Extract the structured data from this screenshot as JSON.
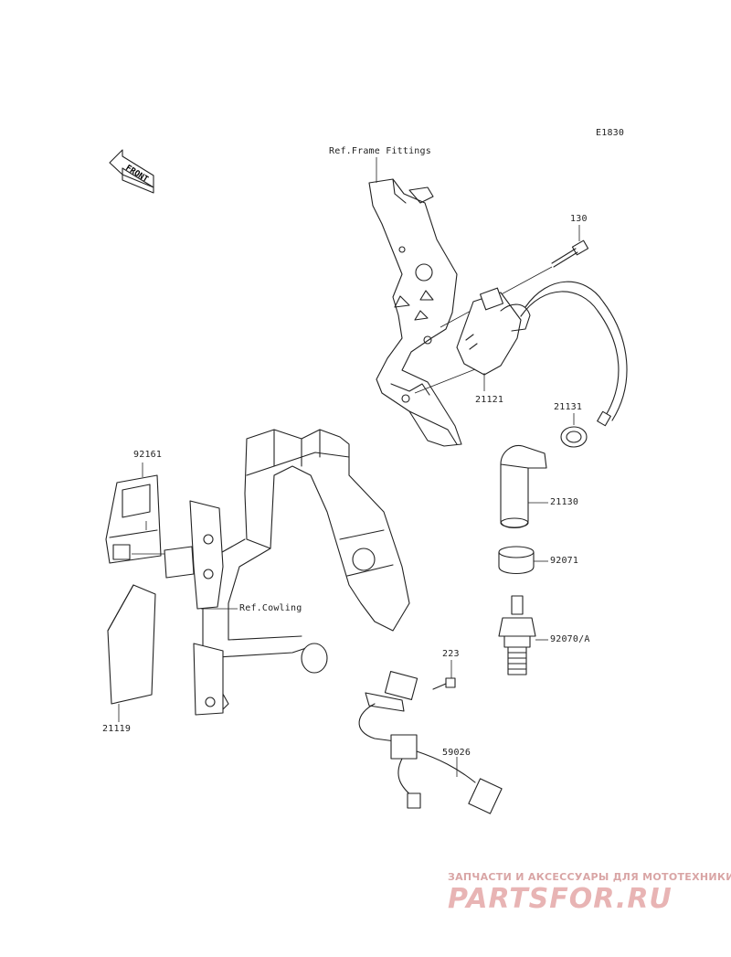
{
  "diagram_code": "E1830",
  "front_arrow_text": "FRONT",
  "references": {
    "frame_fittings": "Ref.Frame Fittings",
    "cowling": "Ref.Cowling"
  },
  "parts": {
    "p130": "130",
    "p21121": "21121",
    "p21131": "21131",
    "p21130": "21130",
    "p92071": "92071",
    "p92070a": "92070/A",
    "p223": "223",
    "p59026": "59026",
    "p92161": "92161",
    "p21119": "21119"
  },
  "watermark": {
    "line1": "ЗАПЧАСТИ И АКСЕССУАРЫ ДЛЯ МОТОТЕХНИКИ",
    "line2": "PARTSFOR.RU"
  }
}
